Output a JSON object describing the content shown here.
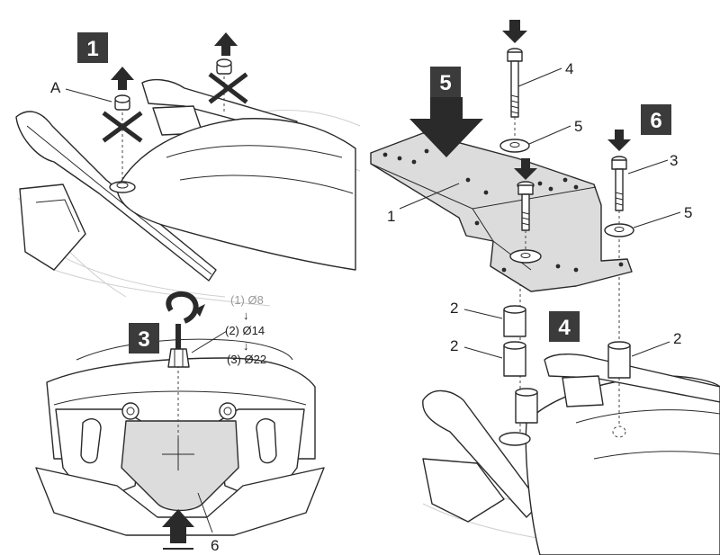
{
  "steps": {
    "s1": "1",
    "s3": "3",
    "s4": "4",
    "s5": "5",
    "s6": "6"
  },
  "callouts": {
    "a": "A",
    "part1": "1",
    "part4": "4",
    "part5_top": "5",
    "part3": "3",
    "part5_right": "5",
    "part2_a": "2",
    "part2_b": "2",
    "part2_c": "2",
    "part6": "6"
  },
  "drill_sizes": {
    "d1": "(1) Ø8",
    "d2": "(2) Ø14",
    "d3": "(3) Ø22"
  },
  "colors": {
    "step_box": "#3b3b3b",
    "plate_fill": "#dcdcdc",
    "outline": "#2a2a2a",
    "muted_text": "#9a9a9a"
  }
}
